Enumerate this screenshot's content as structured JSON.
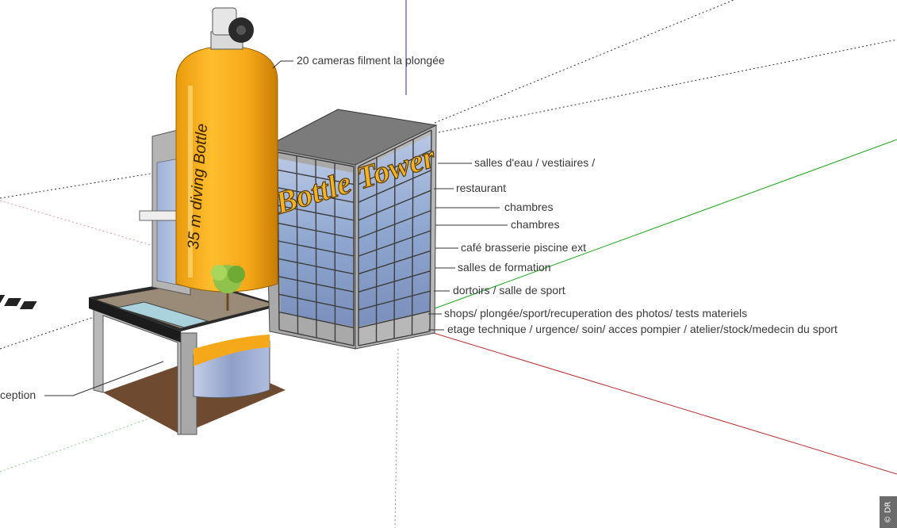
{
  "model": {
    "sign_text": "Bottle Tower",
    "tank_text": "35 m diving Bottle",
    "colors": {
      "tank": "#f5a91a",
      "tank_shade": "#d98a05",
      "sign": "#f2b226",
      "sign_outline": "#5a3a00",
      "glass": "#8ea6cf",
      "concrete": "#b8b8b8",
      "floor": "#6e4a30",
      "axis_red": "#b53030",
      "axis_green": "#1aa31a",
      "axis_blue": "#2a2aa8"
    }
  },
  "labels": {
    "cameras": "20 cameras filment la plongée",
    "salles_eau": "salles d'eau / vestiaires /",
    "restaurant": "restaurant",
    "chambres_1": "chambres",
    "chambres_2": "chambres",
    "cafe": "café brasserie piscine ext",
    "formation": "salles de formation",
    "dortoirs": "dortoirs / salle de sport",
    "shops": "shops/ plongée/sport/recuperation des photos/ tests materiels",
    "technique": "etage technique / urgence/ soin/ acces pompier / atelier/stock/medecin du sport",
    "reception": "ception"
  },
  "credit": "© DR"
}
